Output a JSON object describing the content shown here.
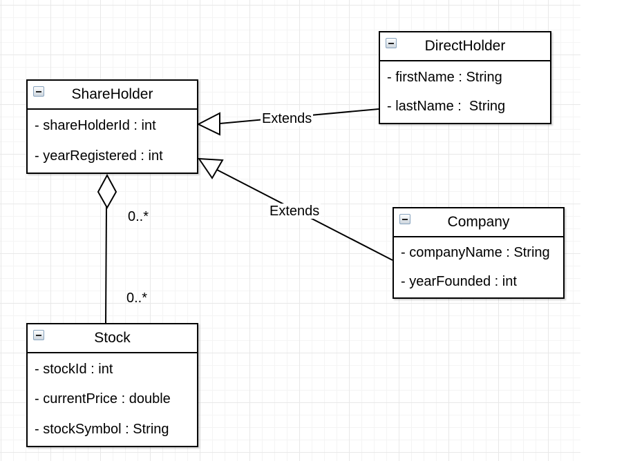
{
  "canvas": {
    "background": "#ffffff",
    "grid_minor_color": "#f4f4f4",
    "grid_major_color": "#e8e8e8",
    "stroke_color": "#000000"
  },
  "icons": {
    "collapse": "minus-square-icon"
  },
  "classes": [
    {
      "name": "ShareHolder",
      "attributes": [
        "- shareHolderId : int",
        "- yearRegistered : int"
      ]
    },
    {
      "name": "DirectHolder",
      "attributes": [
        "- firstName : String",
        "- lastName :  String"
      ]
    },
    {
      "name": "Company",
      "attributes": [
        "- companyName : String",
        "- yearFounded : int"
      ]
    },
    {
      "name": "Stock",
      "attributes": [
        "- stockId : int",
        "- currentPrice : double",
        "- stockSymbol : String"
      ]
    }
  ],
  "relationships": [
    {
      "type": "inheritance",
      "from": "DirectHolder",
      "to": "ShareHolder",
      "label": "Extends"
    },
    {
      "type": "inheritance",
      "from": "Company",
      "to": "ShareHolder",
      "label": "Extends"
    },
    {
      "type": "aggregation",
      "from": "ShareHolder",
      "to": "Stock",
      "source_multiplicity": "0..*",
      "target_multiplicity": "0..*"
    }
  ]
}
